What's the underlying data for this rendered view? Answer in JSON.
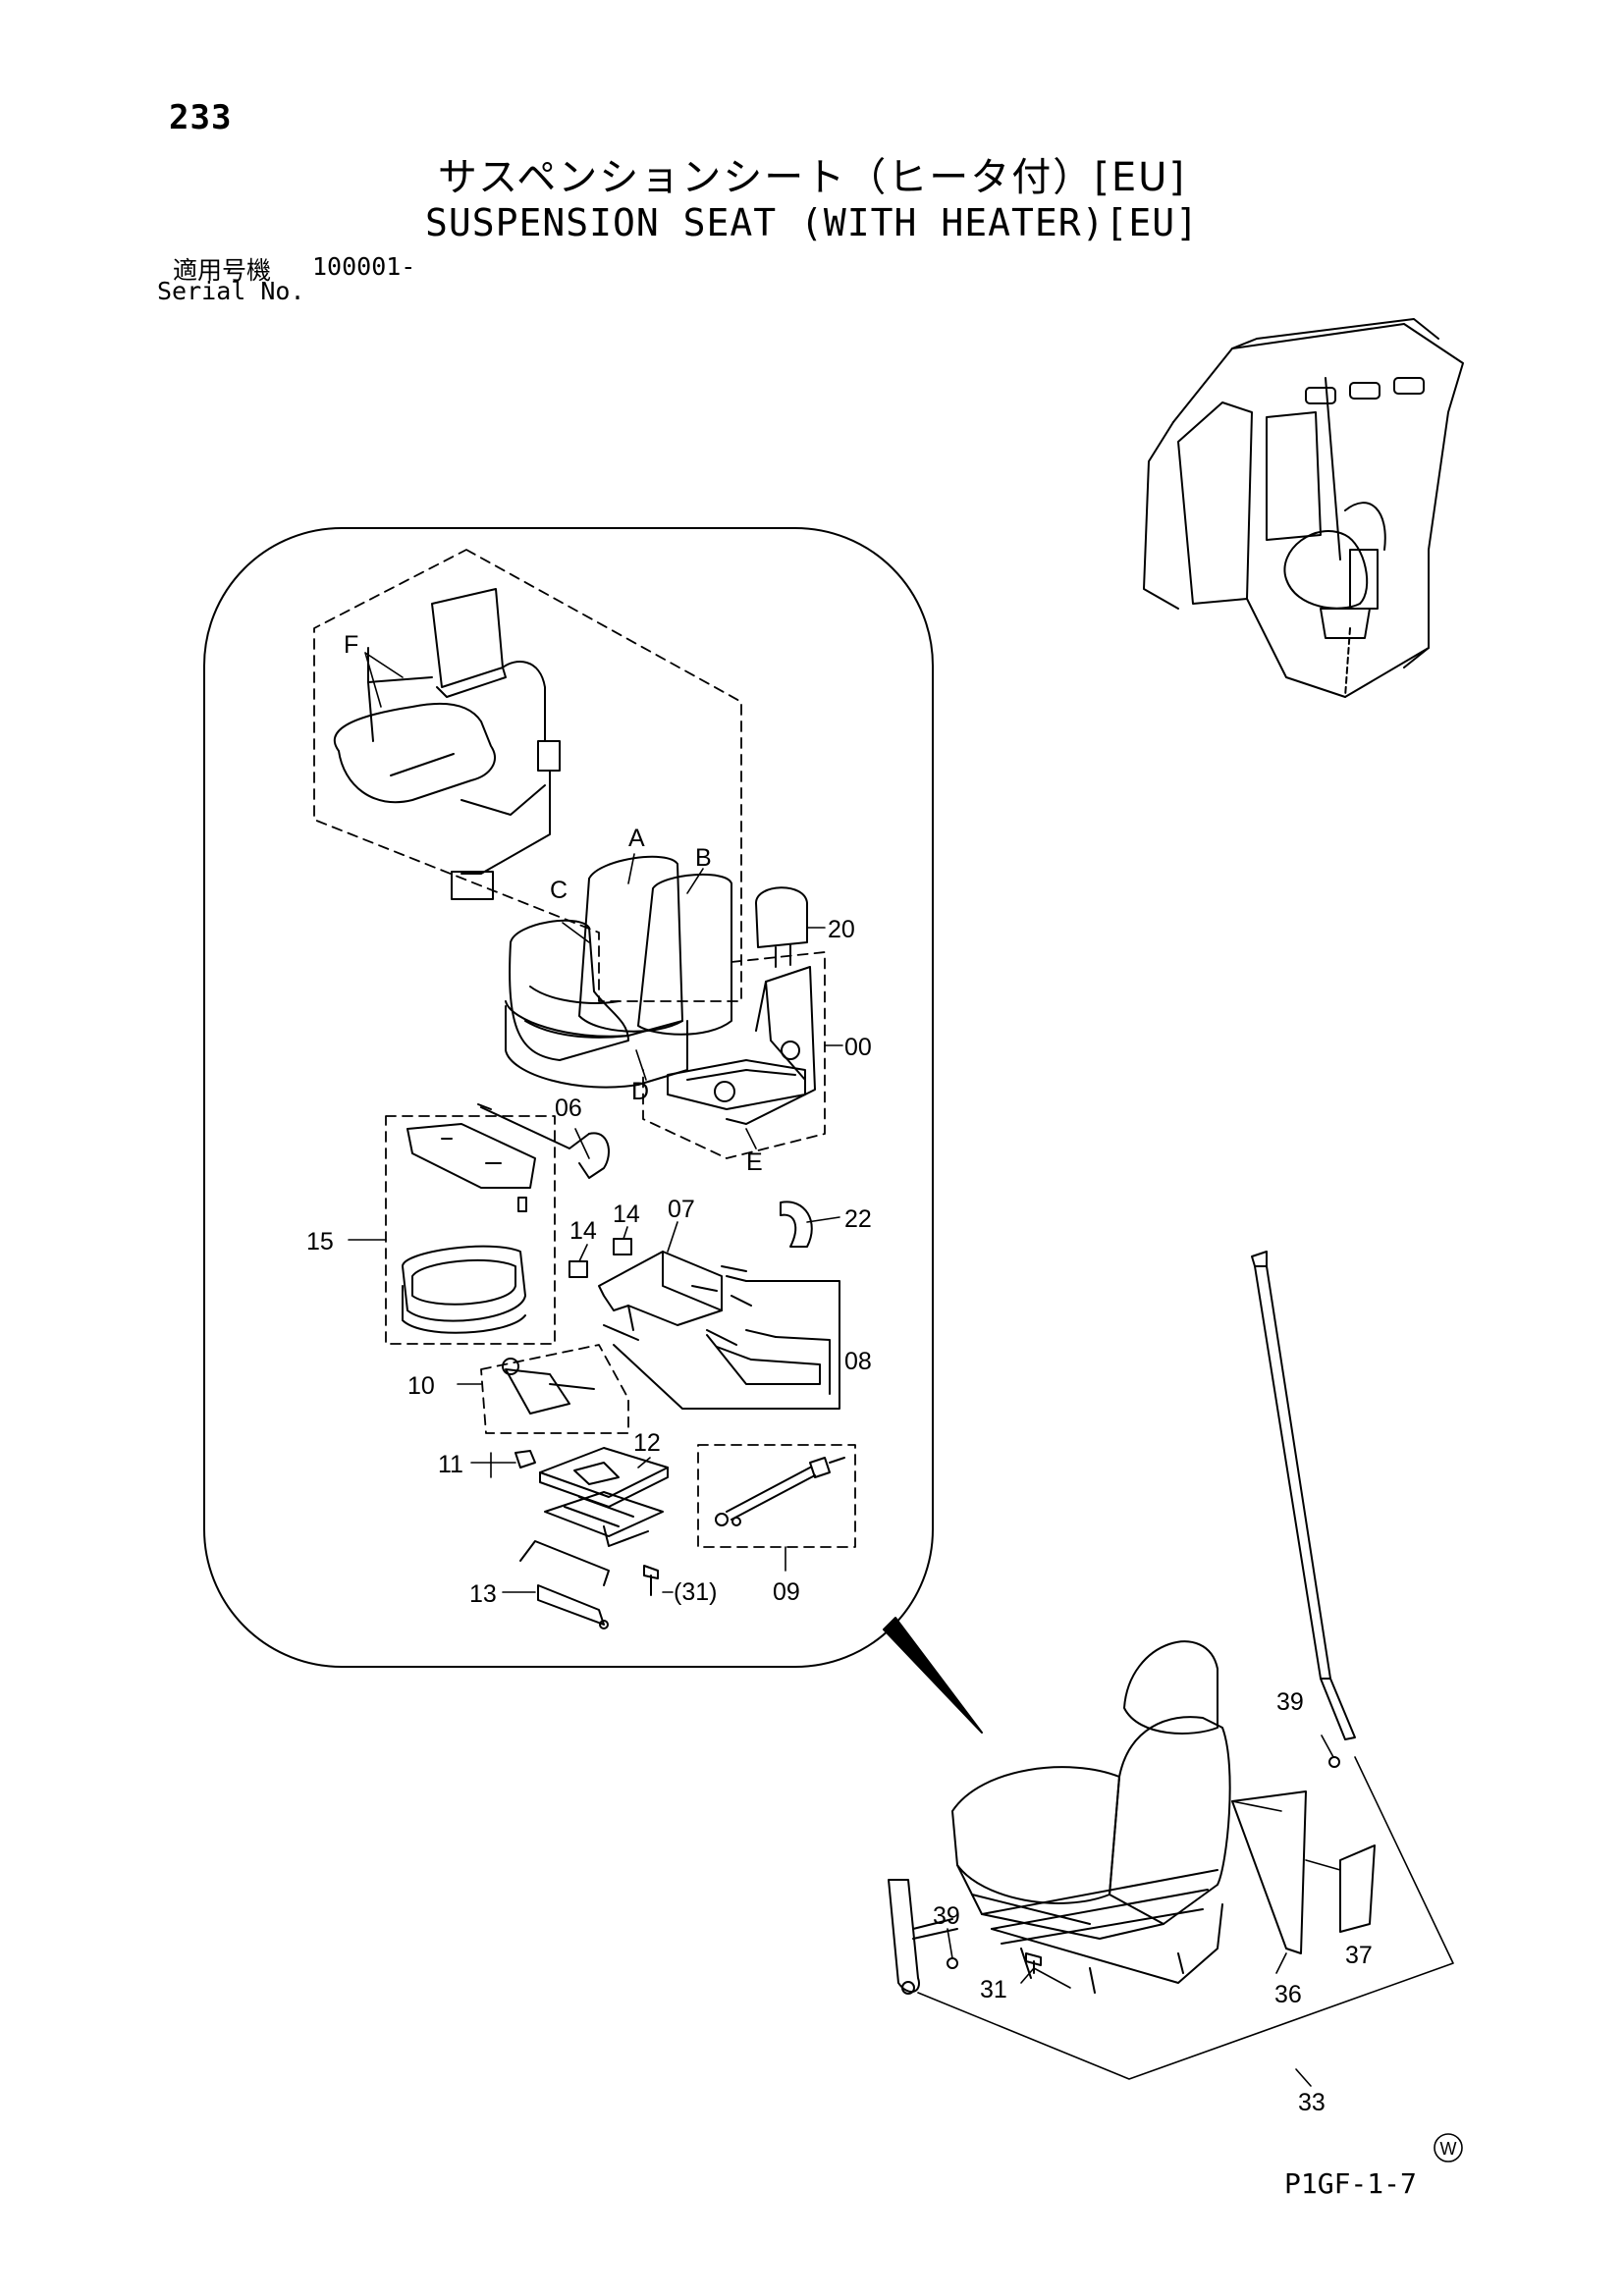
{
  "page_number": "233",
  "title_jp": "サスペンションシート（ヒータ付）[EU]",
  "title_en": "SUSPENSION SEAT (WITH HEATER)[EU]",
  "serial": {
    "label_jp": "適用号機",
    "value": "100001-",
    "label_en": "Serial No."
  },
  "footer": {
    "code": "P1GF-1-7",
    "mark": "W"
  },
  "callouts": {
    "F": "F",
    "A": "A",
    "B": "B",
    "C": "C",
    "D": "D",
    "E": "E",
    "p20": "20",
    "p00": "00",
    "p06": "06",
    "p22": "22",
    "p15": "15",
    "p14a": "14",
    "p14b": "14",
    "p07": "07",
    "p08": "08",
    "p10": "10",
    "p11": "11",
    "p12": "12",
    "p31p": "(31)",
    "p13": "13",
    "p09": "09",
    "p39a": "39",
    "p39b": "39",
    "p37": "37",
    "p31": "31",
    "p36": "36",
    "p33": "33"
  }
}
